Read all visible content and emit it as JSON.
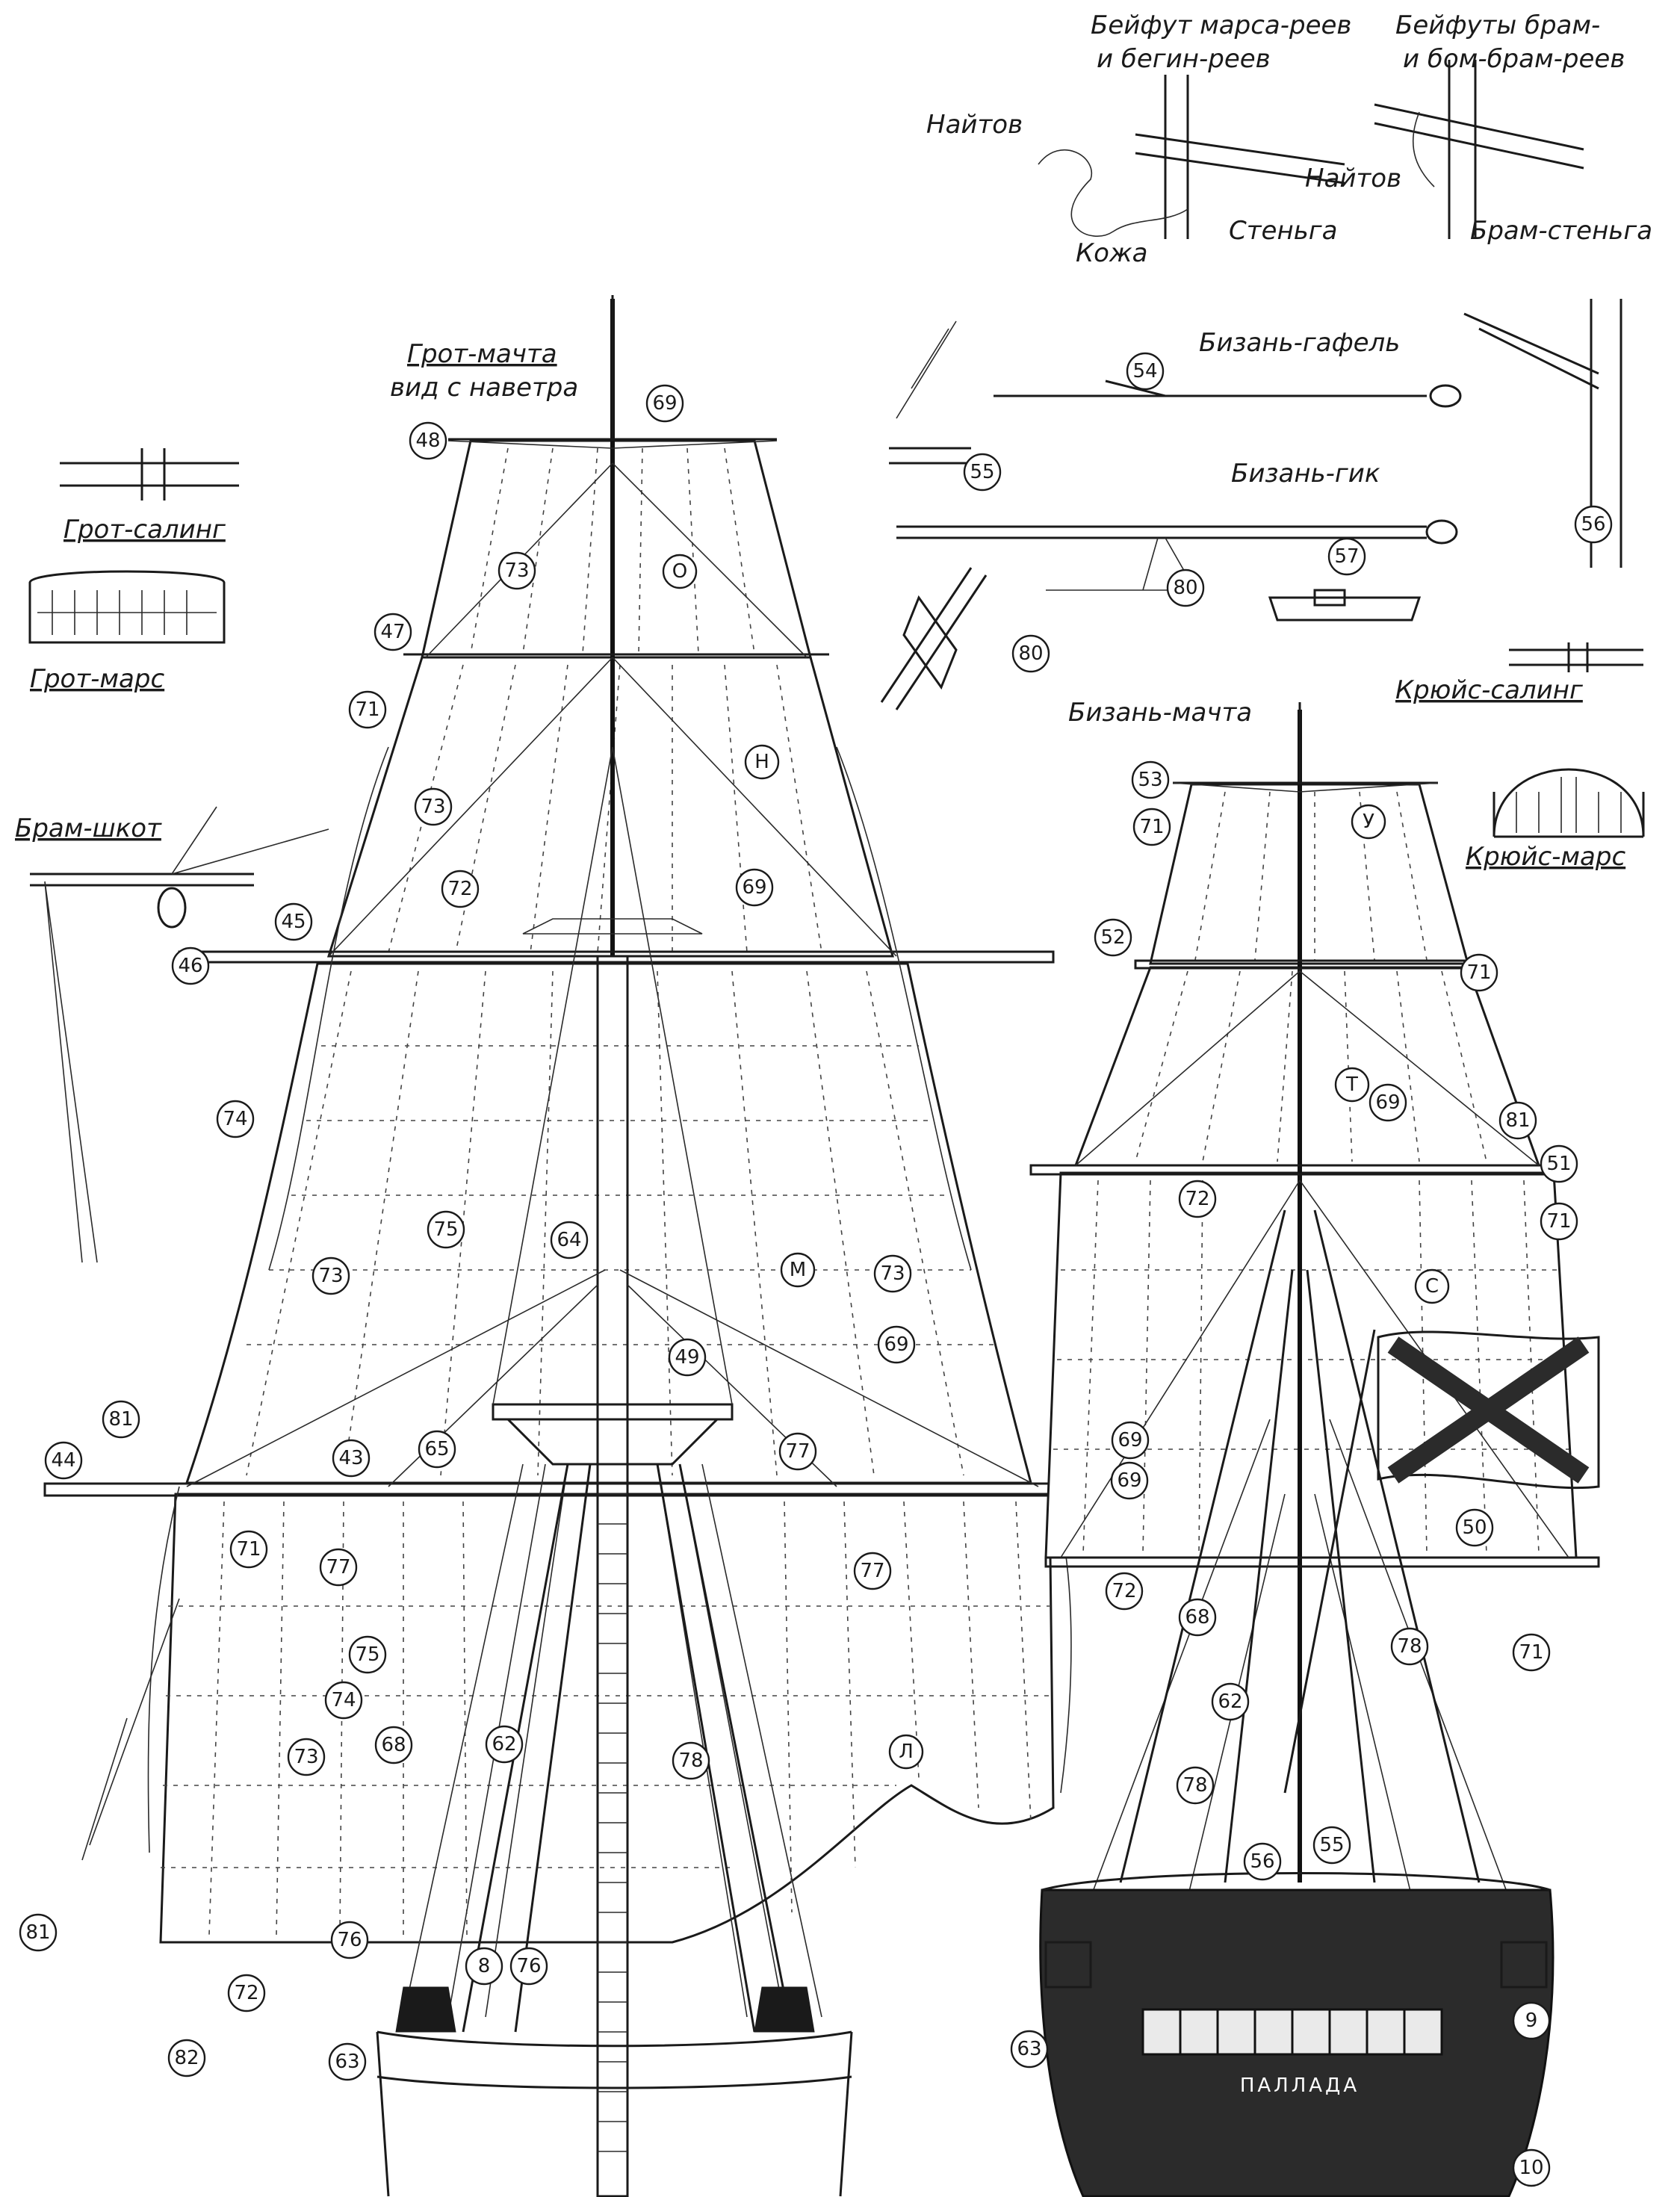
{
  "captions": {
    "mainmast": [
      "Грот-мачта",
      "вид с наветра"
    ],
    "mizzenmast": "Бизань-мачта",
    "main_saling": "Грот-салинг",
    "main_top": "Грот-марс",
    "mizzen_saling": "Крюйс-салинг",
    "mizzen_top": "Крюйс-марс",
    "topgallant_sheet": "Брам-шкот",
    "footrope_topsail": [
      "Бейфут марса-реев",
      "и бегин-реев"
    ],
    "footrope_topgallant": [
      "Бейфуты брам-",
      "и бом-брам-реев"
    ],
    "lashing_1": "Найтов",
    "lashing_2": "Найтов",
    "leather": "Кожа",
    "topmast": "Стеньга",
    "topgallant_mast": "Брам-стеньга",
    "mizzen_gaff": "Бизань-гафель",
    "mizzen_boom": "Бизань-гик",
    "ship_name": "ПАЛЛАДА"
  },
  "sail_letters": [
    "О",
    "Н",
    "М",
    "Л",
    "У",
    "Т",
    "С"
  ],
  "callouts": [
    "69",
    "48",
    "73",
    "47",
    "71",
    "73",
    "72",
    "69",
    "45",
    "46",
    "74",
    "75",
    "73",
    "64",
    "81",
    "44",
    "43",
    "65",
    "77",
    "73",
    "71",
    "77",
    "75",
    "74",
    "73",
    "68",
    "62",
    "78",
    "76",
    "8",
    "76",
    "81",
    "72",
    "82",
    "63",
    "49",
    "69",
    "77",
    "53",
    "71",
    "52",
    "71",
    "69",
    "81",
    "51",
    "72",
    "71",
    "69",
    "50",
    "72",
    "68",
    "71",
    "78",
    "62",
    "78",
    "56",
    "55",
    "63",
    "9",
    "10",
    "54",
    "55",
    "56",
    "57",
    "80",
    "80",
    "69"
  ],
  "colors": {
    "ink": "#1a1a1a",
    "paper": "#ffffff",
    "hull": "#2b2b2b"
  }
}
